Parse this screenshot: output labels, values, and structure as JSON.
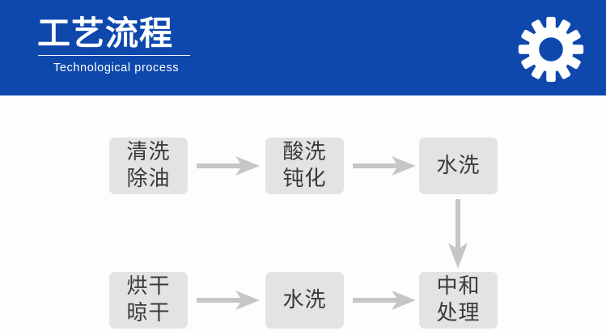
{
  "header": {
    "title": "工艺流程",
    "subtitle": "Technological process",
    "icon": "gear-icon",
    "background_color": "#0e48ad",
    "text_color": "#ffffff"
  },
  "flowchart": {
    "type": "process-flow",
    "node_fill_color": "#e3e3e3",
    "node_text_color": "#3a3a3a",
    "arrow_color": "#c6c6c6",
    "background_color": "#fdfdfd",
    "rows": [
      {
        "row": 1,
        "nodes": [
          {
            "id": "r1c1",
            "lines": [
              "清洗",
              "除油"
            ],
            "label": "清洗除油"
          },
          {
            "id": "r1c2",
            "lines": [
              "酸洗",
              "钝化"
            ],
            "label": "酸洗钝化"
          },
          {
            "id": "r1c3",
            "lines": [
              "水洗"
            ],
            "label": "水洗"
          }
        ]
      },
      {
        "row": 2,
        "nodes": [
          {
            "id": "r2c1",
            "lines": [
              "烘干",
              "晾干"
            ],
            "label": "烘干晾干"
          },
          {
            "id": "r2c2",
            "lines": [
              "水洗"
            ],
            "label": "水洗"
          },
          {
            "id": "r2c3",
            "lines": [
              "中和",
              "处理"
            ],
            "label": "中和处理"
          }
        ]
      }
    ],
    "connectors": [
      {
        "id": "arrow-r1-a",
        "from": "清洗除油",
        "to": "酸洗钝化",
        "direction": "right"
      },
      {
        "id": "arrow-r1-b",
        "from": "酸洗钝化",
        "to": "水洗",
        "direction": "right"
      },
      {
        "id": "arrow-v-c3",
        "from": "水洗",
        "to": "中和处理",
        "direction": "down"
      },
      {
        "id": "arrow-r2-a",
        "from": "烘干晾干",
        "to": "水洗",
        "direction": "right"
      },
      {
        "id": "arrow-r2-b",
        "from": "水洗",
        "to": "中和处理",
        "direction": "right"
      }
    ]
  }
}
